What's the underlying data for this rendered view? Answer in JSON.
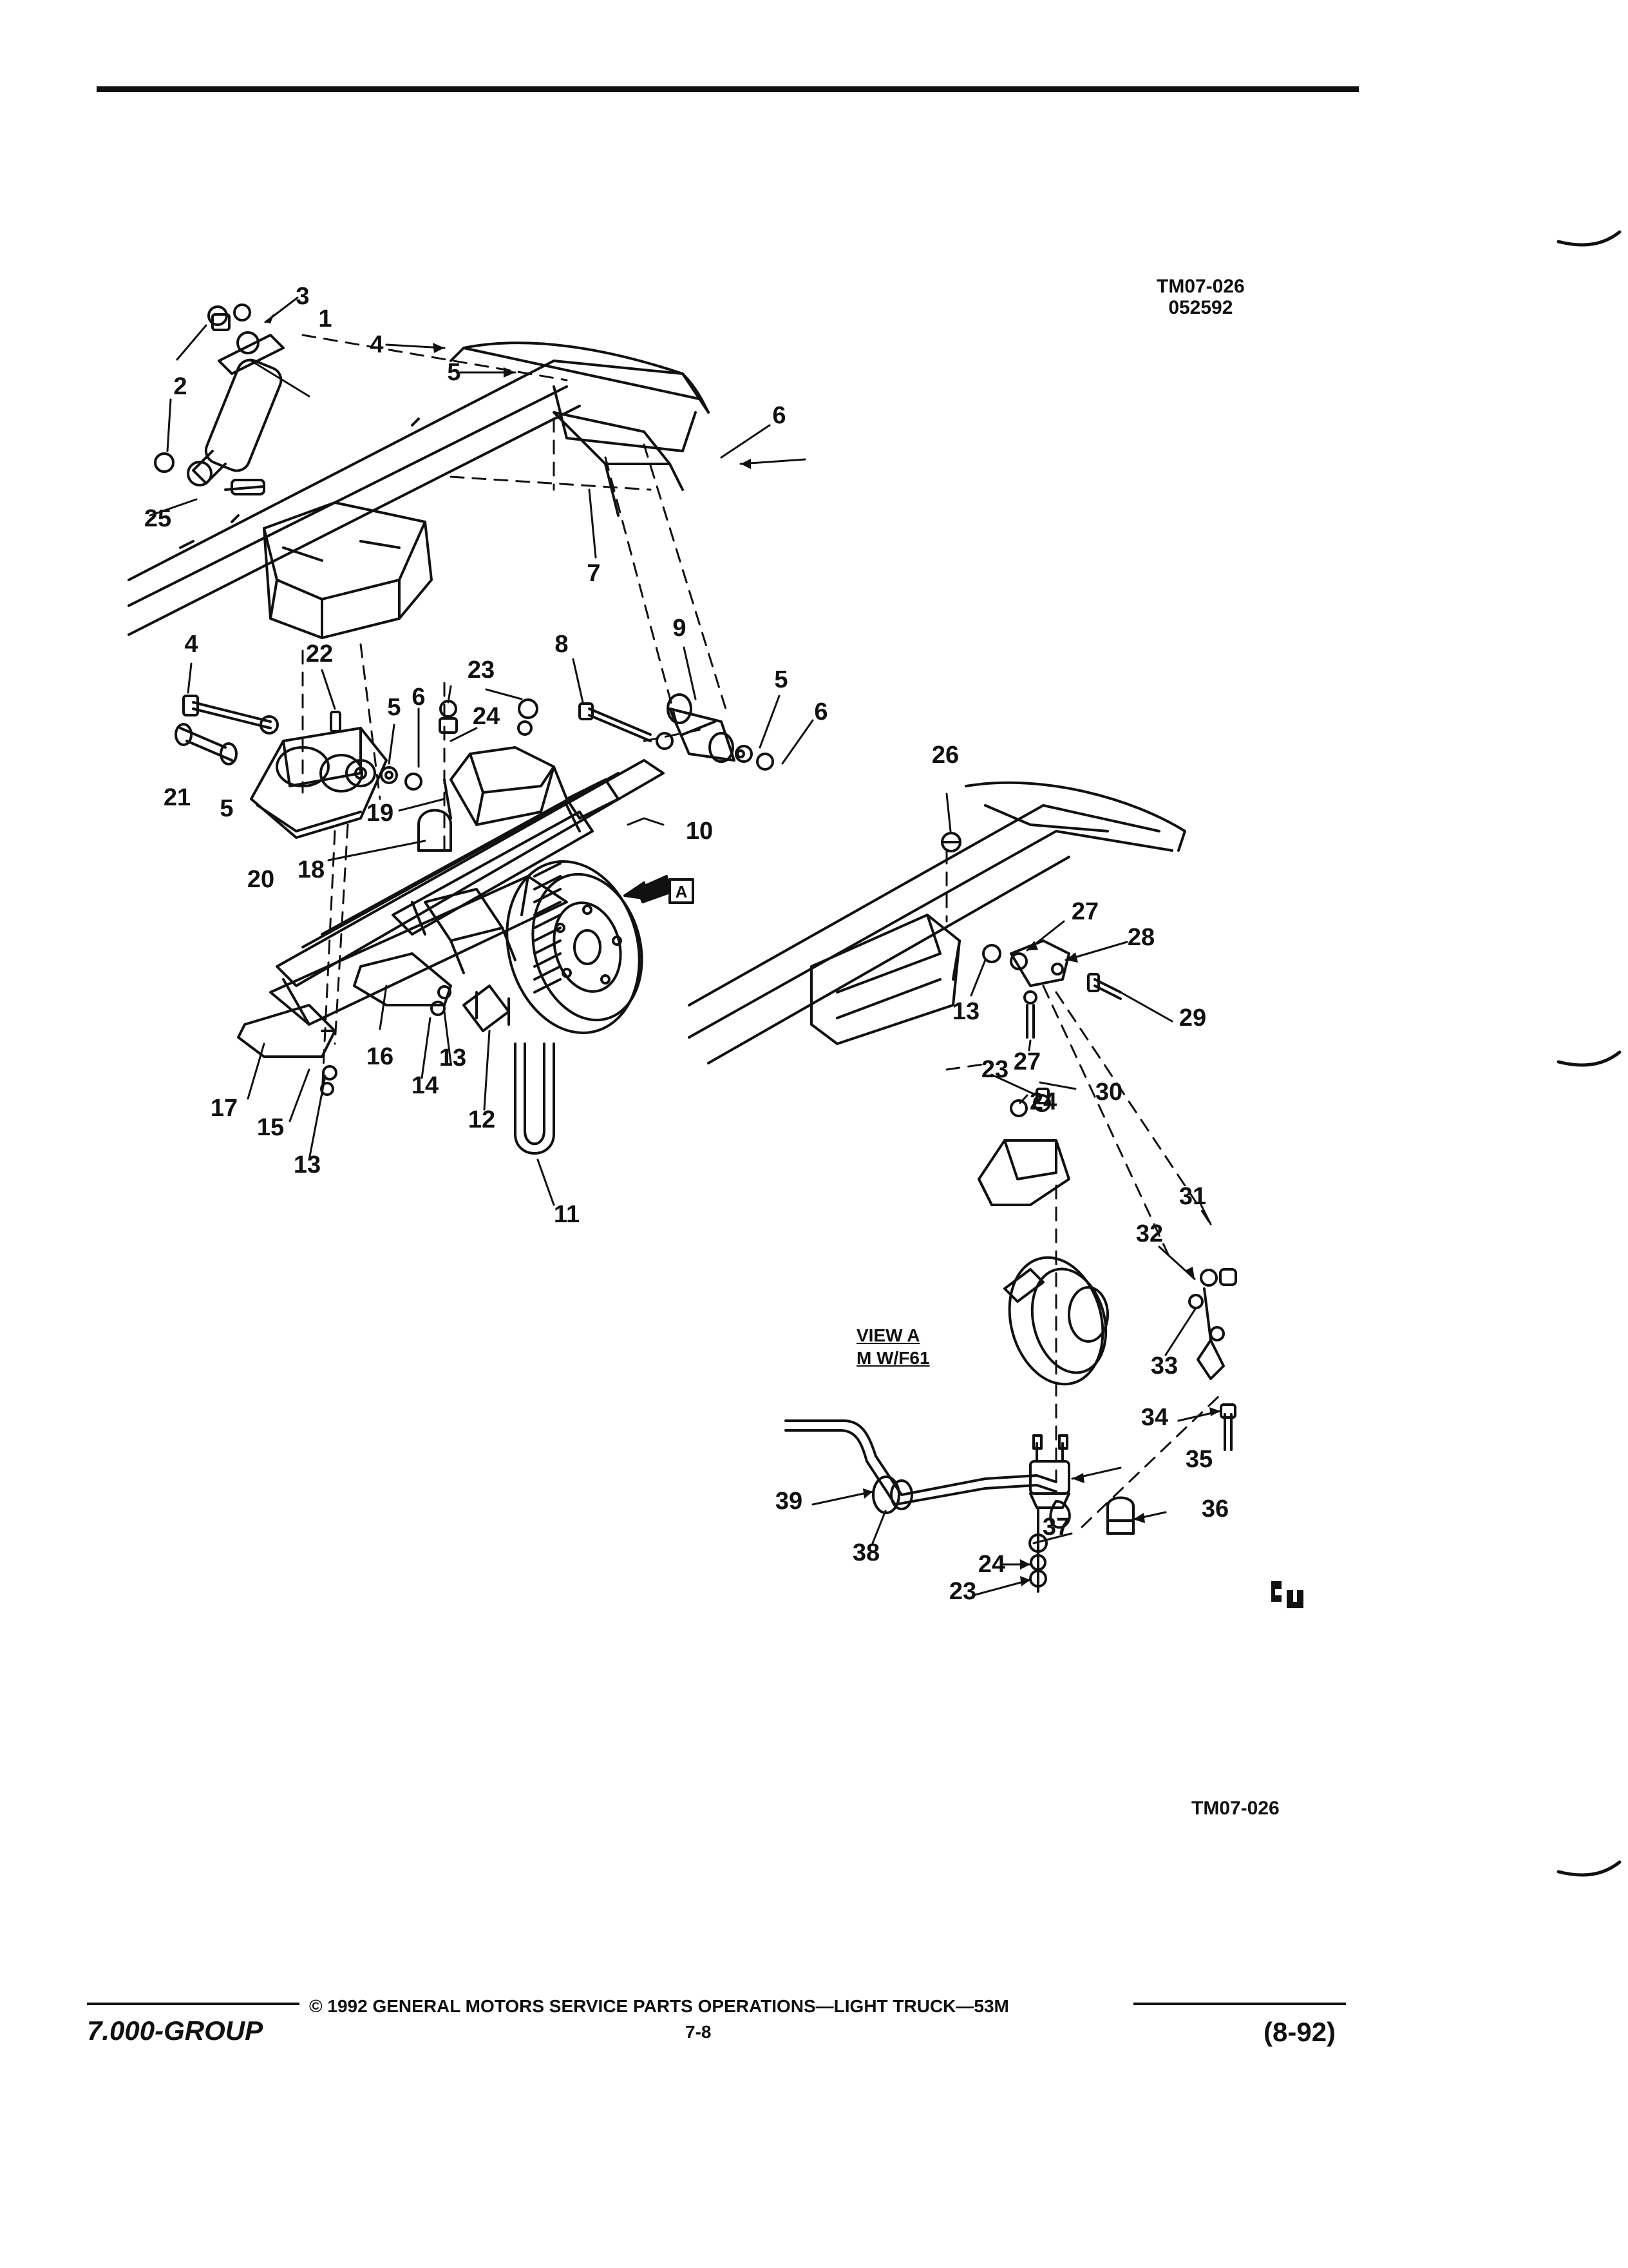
{
  "figure": {
    "code_top": "TM07-026",
    "code_date": "052592",
    "code_bottom": "TM07-026"
  },
  "view_label": {
    "line1": "VIEW A",
    "line2": "M W/F61"
  },
  "arrow_label": "A",
  "callouts_main": [
    "1",
    "2",
    "3",
    "4",
    "5",
    "6",
    "25",
    "7",
    "4",
    "22",
    "21",
    "5",
    "5",
    "6",
    "23",
    "24",
    "8",
    "9",
    "5",
    "6",
    "19",
    "20",
    "18",
    "10",
    "16",
    "17",
    "15",
    "13",
    "14",
    "13",
    "12",
    "11"
  ],
  "callouts_view": [
    "26",
    "27",
    "28",
    "13",
    "29",
    "27",
    "30",
    "23",
    "24",
    "31",
    "32",
    "33",
    "34",
    "35",
    "36",
    "37",
    "24",
    "23",
    "39",
    "38"
  ],
  "footer": {
    "group": "7.000-GROUP",
    "copyright": "© 1992 GENERAL MOTORS SERVICE PARTS OPERATIONS—LIGHT TRUCK—53M",
    "page": "7-8",
    "date": "(8-92)"
  },
  "colors": {
    "ink": "#111111",
    "paper": "#ffffff"
  }
}
